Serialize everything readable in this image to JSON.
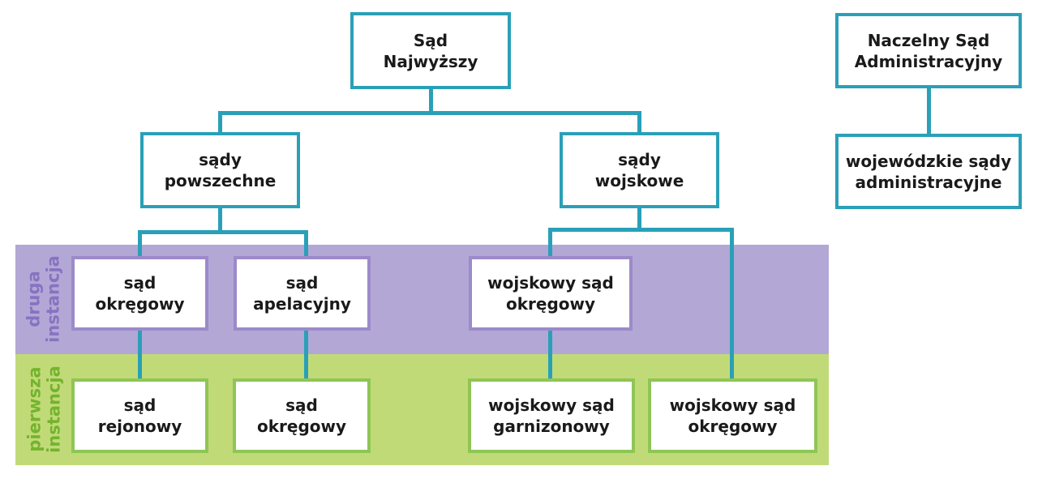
{
  "colors": {
    "teal": "#2aa0b8",
    "purple_band": "#b3a7d6",
    "purple_box_border": "#9c8ac9",
    "purple_label": "#8673c1",
    "green_band": "#c1da78",
    "green_box_border": "#8ec655",
    "green_label": "#74b32e",
    "text": "#1a1a1a"
  },
  "nodes": {
    "sad_najwyzszy": {
      "line1": "Sąd",
      "line2": "Najwyższy"
    },
    "naczelny_sad_administracyjny": {
      "line1": "Naczelny Sąd",
      "line2": "Administracyjny"
    },
    "sady_powszechne": {
      "line1": "sądy",
      "line2": "powszechne"
    },
    "sady_wojskowe": {
      "line1": "sądy",
      "line2": "wojskowe"
    },
    "wojewodzkie_sady_administracyjne": {
      "line1": "wojewódzkie sądy",
      "line2": "administracyjne"
    },
    "sad_okregowy_druga": {
      "line1": "sąd",
      "line2": "okręgowy"
    },
    "sad_apelacyjny": {
      "line1": "sąd",
      "line2": "apelacyjny"
    },
    "wojskowy_sad_okregowy_druga": {
      "line1": "wojskowy sąd",
      "line2": "okręgowy"
    },
    "sad_rejonowy": {
      "line1": "sąd",
      "line2": "rejonowy"
    },
    "sad_okregowy_pierwsza": {
      "line1": "sąd",
      "line2": "okręgowy"
    },
    "wojskowy_sad_garnizonowy": {
      "line1": "wojskowy sąd",
      "line2": "garnizonowy"
    },
    "wojskowy_sad_okregowy_pierwsza": {
      "line1": "wojskowy sąd",
      "line2": "okręgowy"
    }
  },
  "bands": {
    "second_instance": {
      "line1": "druga",
      "line2": "instancja"
    },
    "first_instance": {
      "line1": "pierwsza",
      "line2": "instancja"
    }
  }
}
